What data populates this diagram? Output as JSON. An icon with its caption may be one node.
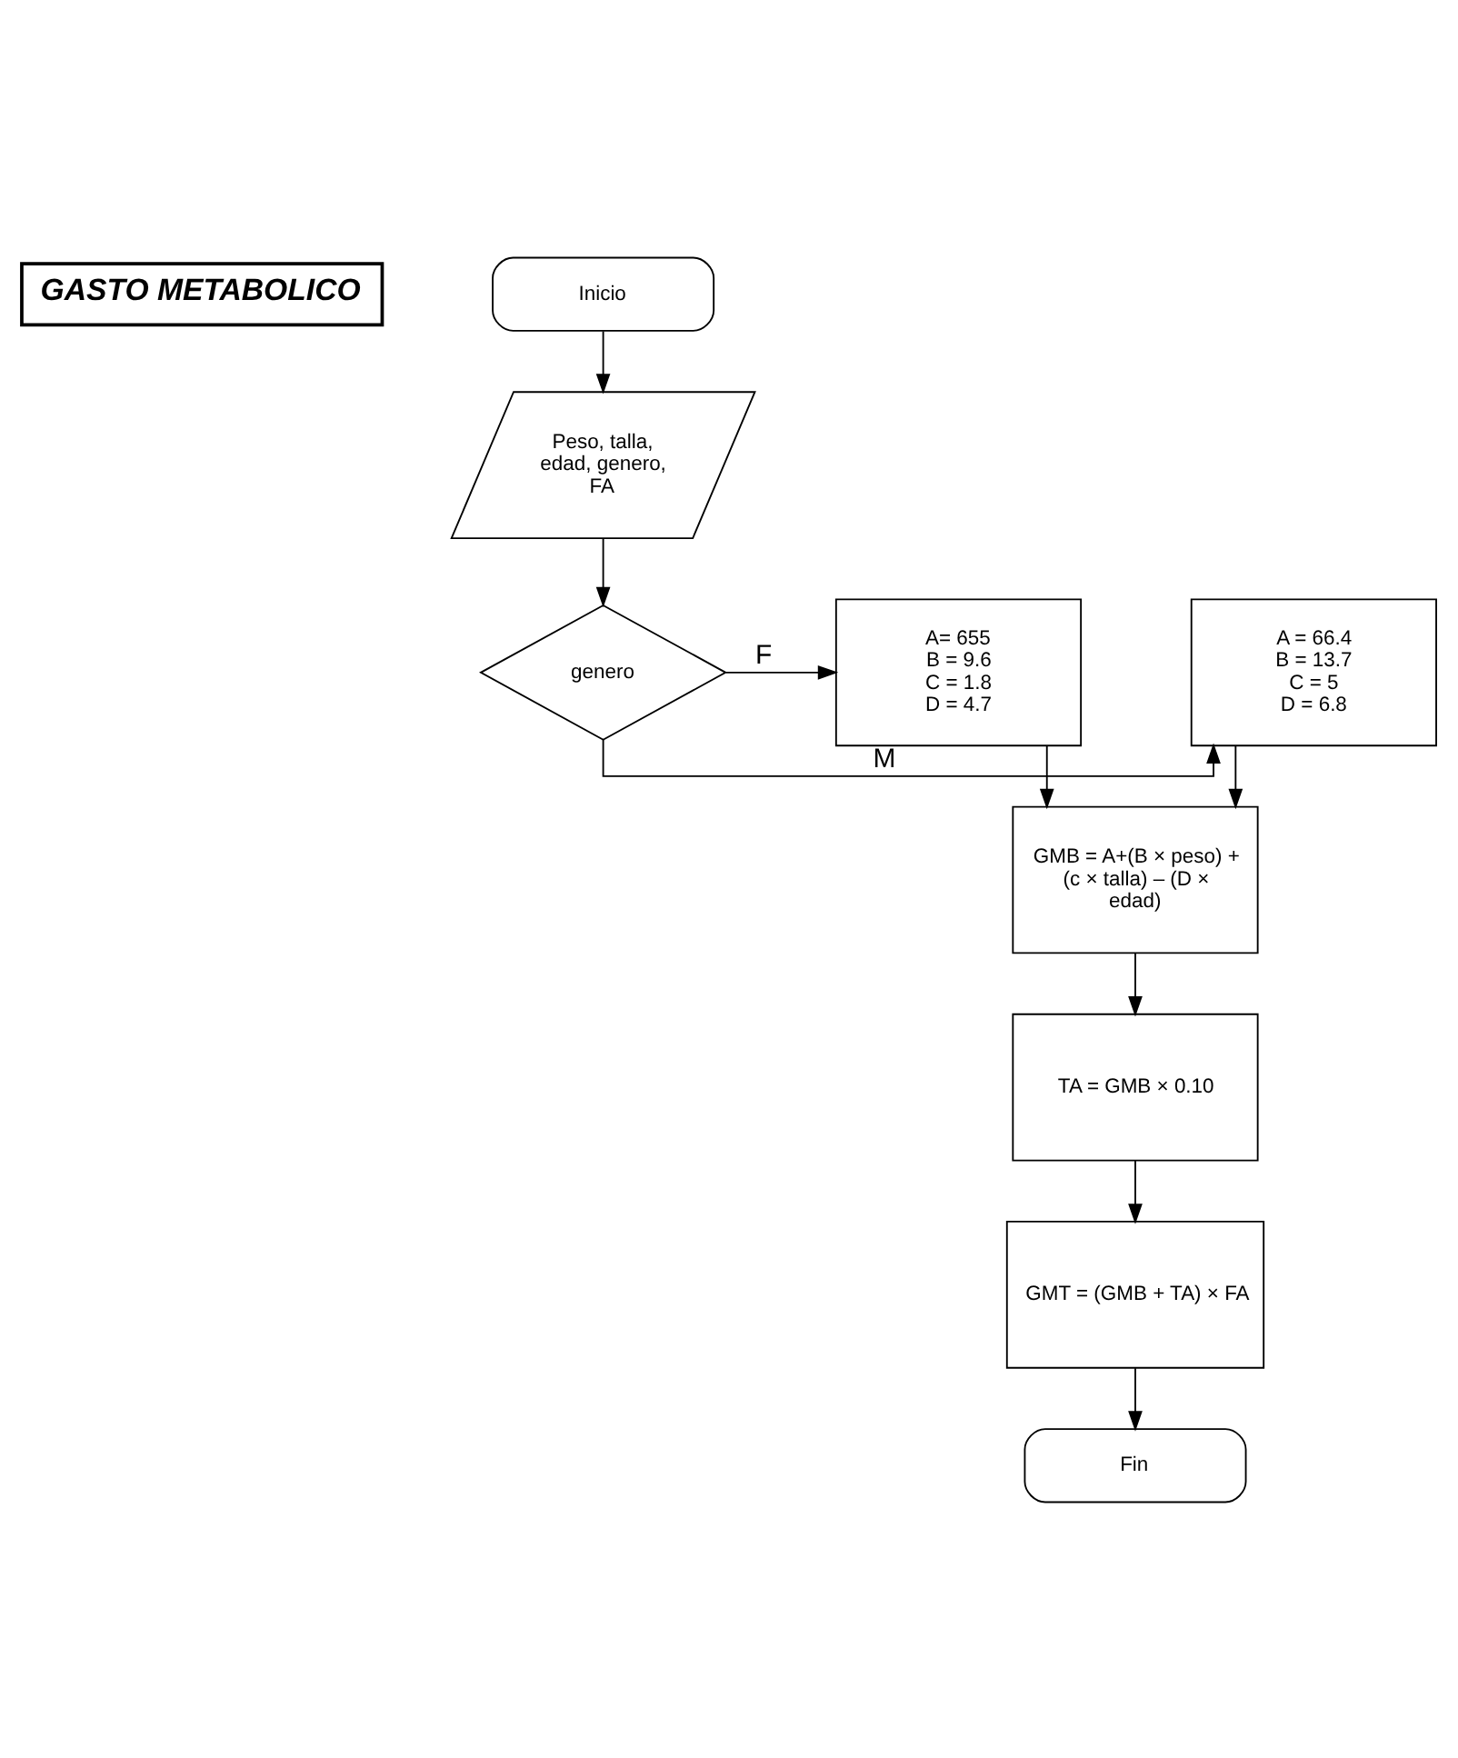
{
  "diagram": {
    "nodes": [
      {
        "text": [
          "GASTO METABOLICO"
        ]
      },
      {
        "text": [
          "Inicio"
        ]
      },
      {
        "text": [
          "Peso, talla, edad, genero, FA"
        ]
      },
      {
        "text": [
          "genero"
        ]
      },
      {
        "text": [
          "A = 66.4",
          "B = 13.7",
          "C = 5",
          "D = 6.8"
        ]
      },
      {
        "text": [
          "A= 655",
          "B = 9.6",
          "C = 1.8",
          "D = 4.7"
        ]
      },
      {
        "text": [
          "GMB = A+(B × peso) + (c × talla) – (D × edad)"
        ]
      },
      {
        "text": [
          "TA = GMB × 0.10"
        ]
      },
      {
        "text": [
          "GMT = (GMB + TA) × FA"
        ]
      },
      {
        "text": [
          "Fin"
        ]
      }
    ],
    "edges": [
      {
        "from": 1,
        "to": 2,
        "arrow": "to"
      },
      {
        "from": 2,
        "to": 3,
        "arrow": "to"
      },
      {
        "from": 3,
        "to": 4,
        "label": "M",
        "arrow": "to"
      },
      {
        "from": 3,
        "to": 5,
        "label": "F",
        "arrow": "to"
      },
      {
        "from": 4,
        "to": 6,
        "arrow": "to"
      },
      {
        "from": 5,
        "to": 6,
        "arrow": "to"
      },
      {
        "from": 6,
        "to": 7,
        "arrow": "to"
      },
      {
        "from": 7,
        "to": 8,
        "arrow": "to"
      },
      {
        "from": 8,
        "to": 9,
        "arrow": "to"
      }
    ]
  }
}
